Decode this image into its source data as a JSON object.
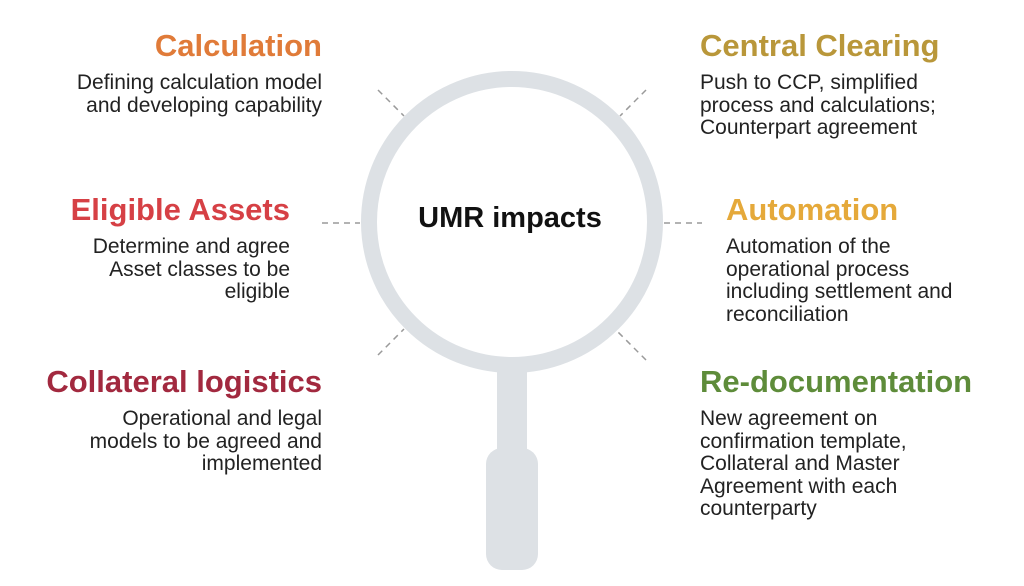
{
  "center": {
    "label": "UMR impacts"
  },
  "items": [
    {
      "title": "Calculation",
      "description": "Defining calculation model\nand developing capability",
      "color": "#E07B39"
    },
    {
      "title": "Eligible Assets",
      "description": "Determine and agree\nAsset classes to be\neligible",
      "color": "#D64045"
    },
    {
      "title": "Collateral logistics",
      "description": "Operational and legal\nmodels to be agreed and\nimplemented",
      "color": "#A2293F"
    },
    {
      "title": "Central Clearing",
      "description": "Push to CCP, simplified\nprocess and calculations;\nCounterpart agreement",
      "color": "#B9973A"
    },
    {
      "title": "Automation",
      "description": "Automation of the\noperational process\nincluding settlement and\nreconciliation",
      "color": "#E5A93A"
    },
    {
      "title": "Re-documentation",
      "description": "New agreement on\nconfirmation template,\nCollateral and Master\nAgreement with each\ncounterparty",
      "color": "#5E8C3A"
    }
  ]
}
